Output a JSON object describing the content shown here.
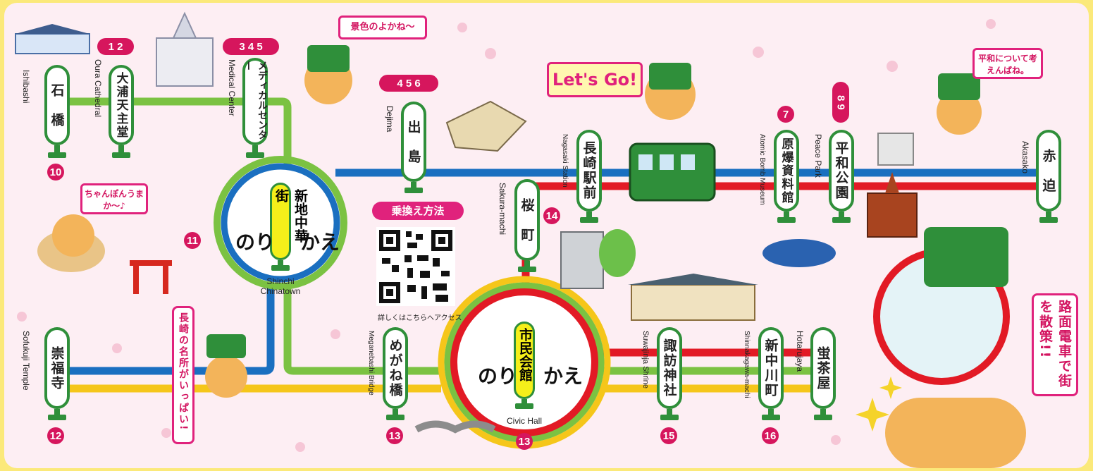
{
  "colors": {
    "blue": "#1a6fc0",
    "green": "#7bc242",
    "red": "#e21a25",
    "yellow": "#f5c61a",
    "accent": "#e0227c",
    "post": "#2f8f3a"
  },
  "stations": [
    {
      "id": "ishibashi",
      "ja": "石　橋",
      "en": "Ishibashi",
      "num": "10"
    },
    {
      "id": "oura",
      "ja": "大浦天主堂",
      "en": "Oura Cathedral",
      "num": "1 2"
    },
    {
      "id": "medical",
      "ja": "メディカルセンター",
      "en": "Medical Center",
      "num": "3 4 5"
    },
    {
      "id": "dejima",
      "ja": "出　島",
      "en": "Dejima",
      "num": "4 5 6"
    },
    {
      "id": "nagasakiekimae",
      "ja": "長崎駅前",
      "en": "Nagasaki Station"
    },
    {
      "id": "genbaku",
      "ja": "原爆資料館",
      "en": "Atomic Bomb Museum",
      "num": "7"
    },
    {
      "id": "heiwakoen",
      "ja": "平和公園",
      "en": "Peace Park",
      "num": "8 9"
    },
    {
      "id": "akasako",
      "ja": "赤　迫",
      "en": "Akasako"
    },
    {
      "id": "sakuramachi",
      "ja": "桜　町",
      "en": "Sakura-machi",
      "num": "14"
    },
    {
      "id": "sofukuji",
      "ja": "崇福寺",
      "en": "Sofukuji Temple",
      "num": "12"
    },
    {
      "id": "meganebashi",
      "ja": "めがね橋",
      "en": "Meganebashi Bridge",
      "num": "13"
    },
    {
      "id": "suwajinja",
      "ja": "諏訪神社",
      "en": "Suwajinja Shrine",
      "num": "15"
    },
    {
      "id": "shinnakagawa",
      "ja": "新中川町",
      "en": "Shinnakagawa-machi",
      "num": "16"
    },
    {
      "id": "hotarujaya",
      "ja": "蛍茶屋",
      "en": "Hotarujaya"
    }
  ],
  "hubs": {
    "shinchi": {
      "ja": "新地中華街",
      "en1": "Shinchi",
      "en2": "Chinatown",
      "left": "のり",
      "right": "かえ",
      "num": "11"
    },
    "civic": {
      "ja": "市民会館",
      "en": "Civic Hall",
      "left": "のり",
      "right": "かえ",
      "num": "13"
    }
  },
  "bubbles": {
    "keshiki": "景色のよかね〜",
    "letsgo": "Let's Go!",
    "heiwa": "平和について考えんばね。",
    "champon": "ちゃんぽんうまか〜♪",
    "meisho": "長崎の名所がいっぱい!",
    "romen": "路面電車で街を散策!!"
  },
  "qr": {
    "title": "乗換え方法",
    "caption": "詳しくはこちらへアクセス"
  }
}
